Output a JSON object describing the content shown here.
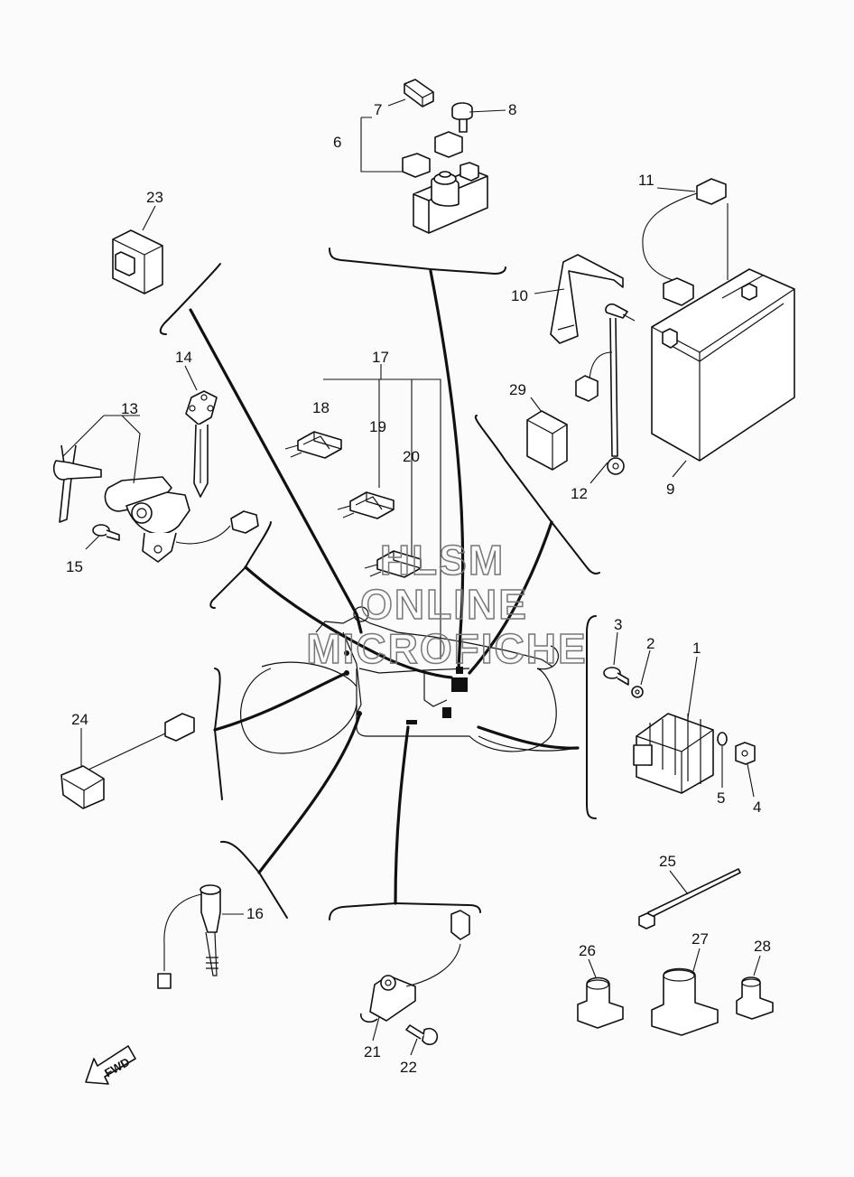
{
  "diagram": {
    "part_labels": [
      {
        "id": "p1",
        "text": "1"
      },
      {
        "id": "p2",
        "text": "2"
      },
      {
        "id": "p3",
        "text": "3"
      },
      {
        "id": "p4",
        "text": "4"
      },
      {
        "id": "p5",
        "text": "5"
      },
      {
        "id": "p6",
        "text": "6"
      },
      {
        "id": "p7",
        "text": "7"
      },
      {
        "id": "p8",
        "text": "8"
      },
      {
        "id": "p9",
        "text": "9"
      },
      {
        "id": "p10",
        "text": "10"
      },
      {
        "id": "p11",
        "text": "11"
      },
      {
        "id": "p12",
        "text": "12"
      },
      {
        "id": "p13",
        "text": "13"
      },
      {
        "id": "p14",
        "text": "14"
      },
      {
        "id": "p15",
        "text": "15"
      },
      {
        "id": "p16",
        "text": "16"
      },
      {
        "id": "p17",
        "text": "17"
      },
      {
        "id": "p18",
        "text": "18"
      },
      {
        "id": "p19",
        "text": "19"
      },
      {
        "id": "p20",
        "text": "20"
      },
      {
        "id": "p21",
        "text": "21"
      },
      {
        "id": "p22",
        "text": "22"
      },
      {
        "id": "p23",
        "text": "23"
      },
      {
        "id": "p24",
        "text": "24"
      },
      {
        "id": "p25",
        "text": "25"
      },
      {
        "id": "p26",
        "text": "26"
      },
      {
        "id": "p27",
        "text": "27"
      },
      {
        "id": "p28",
        "text": "28"
      },
      {
        "id": "p29",
        "text": "29"
      }
    ],
    "watermark": {
      "line1": "HLSM",
      "line2": "ONLINE",
      "line3": "MICROFICHE"
    },
    "direction_arrow": "FWD",
    "colors": {
      "ink": "#111111",
      "watermark": "#777777",
      "background": "#fbfbfb"
    }
  }
}
